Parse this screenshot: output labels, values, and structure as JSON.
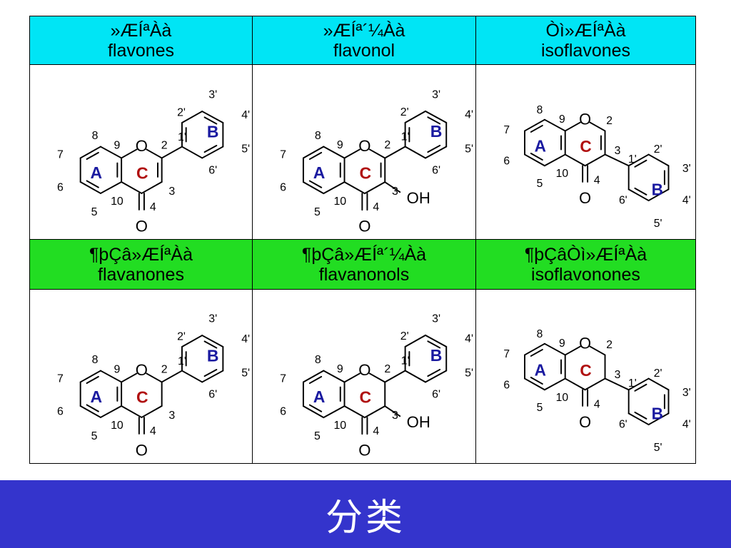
{
  "colors": {
    "header_row1": "#00e5f5",
    "header_row2": "#22dd22",
    "footer": "#3434cc",
    "ring_a": "#1a1aa0",
    "ring_b": "#1a1aa0",
    "ring_c": "#b01010"
  },
  "headers": [
    {
      "garbled": "»ÆÍªÀà",
      "name": "flavones"
    },
    {
      "garbled": "»ÆÍª´¼Àà",
      "name": "flavonol"
    },
    {
      "garbled": "Òì»ÆÍªÀà",
      "name": "isoflavones"
    },
    {
      "garbled": "¶þÇâ»ÆÍªÀà",
      "name": "flavanones"
    },
    {
      "garbled": "¶þÇâ»ÆÍª´¼Àà",
      "name": "flavanonols"
    },
    {
      "garbled": "¶þÇâÒì»ÆÍªÀà",
      "name": "isoflavonones"
    }
  ],
  "rings": {
    "a": "A",
    "b": "B",
    "c": "C"
  },
  "atoms": {
    "o1": "O",
    "o4": "O",
    "oh": "OH",
    "n2": "2",
    "n3": "3",
    "n4": "4",
    "n5": "5",
    "n6": "6",
    "n7": "7",
    "n8": "8",
    "n9": "9",
    "n10": "10",
    "p1": "1'",
    "p2": "2'",
    "p3": "3'",
    "p4": "4'",
    "p5": "5'",
    "p6": "6'"
  },
  "footer": {
    "title": "分类"
  }
}
